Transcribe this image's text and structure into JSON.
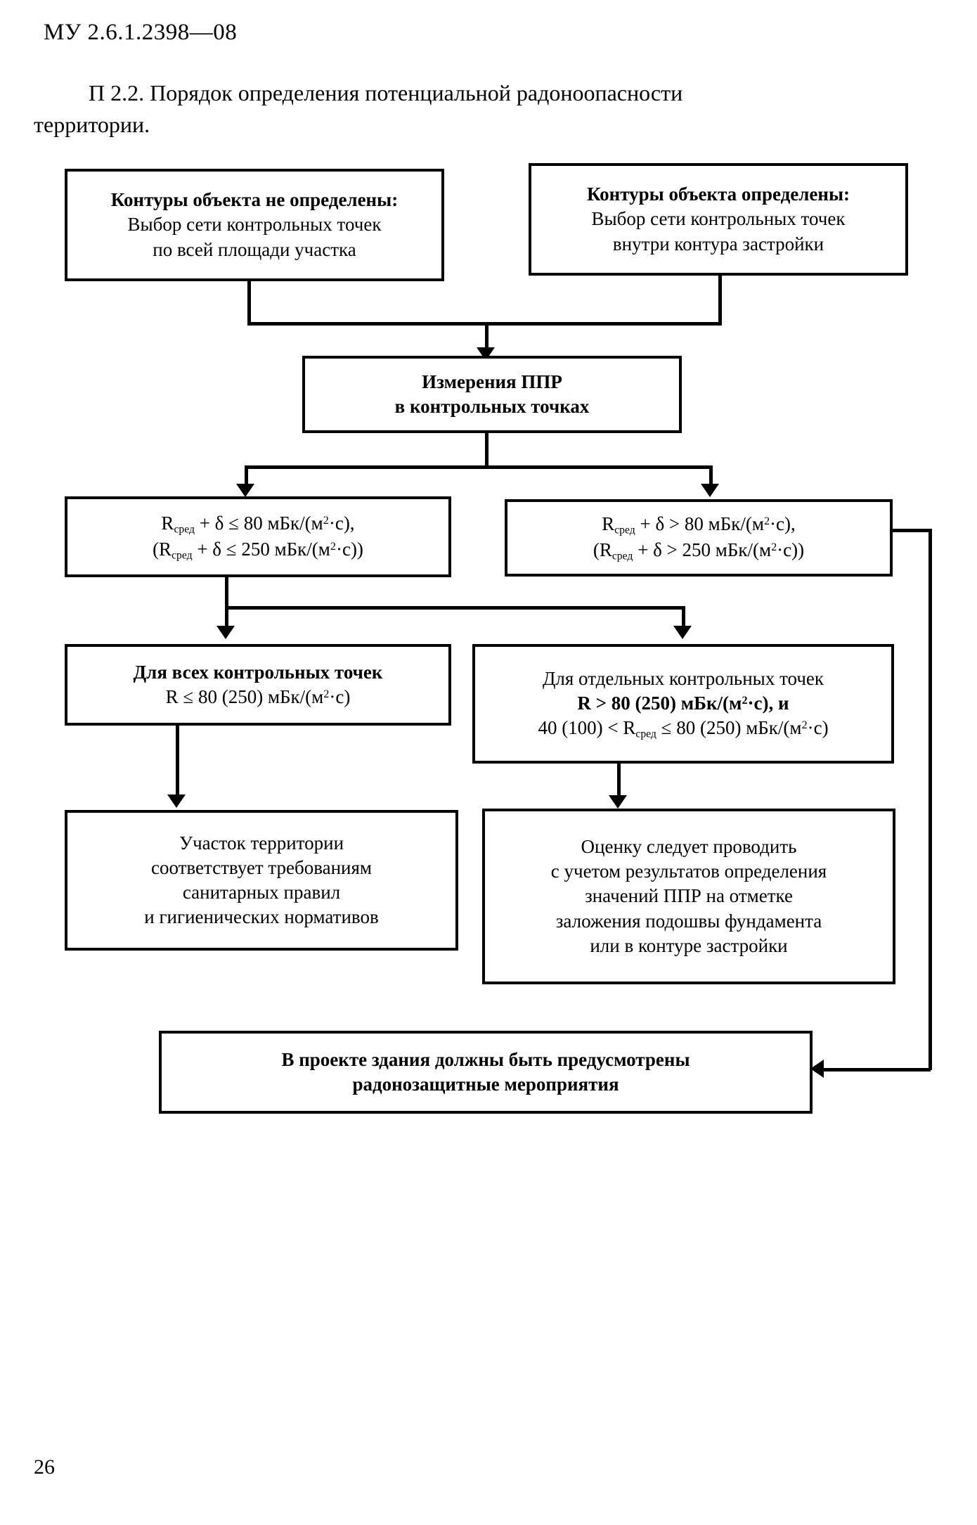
{
  "document": {
    "header": "МУ 2.6.1.2398—08",
    "section_title_line1": "П 2.2. Порядок определения потенциальной радоноопасности",
    "section_title_line2": "территории.",
    "page_number": "26"
  },
  "flowchart": {
    "type": "flowchart",
    "nodes": [
      {
        "id": "n1",
        "name": "contours-undefined-box",
        "lines": [
          {
            "text": "Контуры объекта не определены:",
            "bold": true
          },
          {
            "text": "Выбор сети контрольных точек",
            "bold": false
          },
          {
            "text": "по всей площади участка",
            "bold": false
          }
        ]
      },
      {
        "id": "n2",
        "name": "contours-defined-box",
        "lines": [
          {
            "text": "Контуры объекта определены:",
            "bold": true
          },
          {
            "text": "Выбор сети контрольных точек",
            "bold": false
          },
          {
            "text": "внутри контура застройки",
            "bold": false
          }
        ]
      },
      {
        "id": "n3",
        "name": "measurements-box",
        "lines": [
          {
            "text": "Измерения ППР",
            "bold": true
          },
          {
            "text": "в контрольных точках",
            "bold": true
          }
        ]
      },
      {
        "id": "n4",
        "name": "criterion-le-box",
        "lines": [
          {
            "html": "R<sub>сред</sub> + δ ≤ 80 мБк/(м<sup>2</sup>·с),",
            "bold": false
          },
          {
            "html": "(R<sub>сред</sub> + δ ≤ 250 мБк/(м<sup>2</sup>·с))",
            "bold": false
          }
        ]
      },
      {
        "id": "n5",
        "name": "criterion-gt-box",
        "lines": [
          {
            "html": "R<sub>сред</sub> + δ > 80 мБк/(м<sup>2</sup>·с),",
            "bold": false
          },
          {
            "html": "(R<sub>сред</sub> + δ > 250 мБк/(м<sup>2</sup>·с))",
            "bold": false
          }
        ]
      },
      {
        "id": "n6",
        "name": "all-points-box",
        "lines": [
          {
            "text": "Для  всех контрольных точек",
            "bold": true
          },
          {
            "html": "R ≤ 80 (250) мБк/(м<sup>2</sup>·с)",
            "bold": false
          }
        ]
      },
      {
        "id": "n7",
        "name": "separate-points-box",
        "lines": [
          {
            "text": "Для отдельных контрольных точек",
            "bold": false
          },
          {
            "html": "R > 80 (250) мБк/(м<sup>2</sup>·с), и",
            "bold": true
          },
          {
            "html": "40 (100) < R<sub>сред</sub> ≤ 80 (250) мБк/(м<sup>2</sup>·с)",
            "bold": false
          }
        ]
      },
      {
        "id": "n8",
        "name": "site-compliant-box",
        "lines": [
          {
            "text": "Участок территории",
            "bold": false
          },
          {
            "text": "соответствует требованиям",
            "bold": false
          },
          {
            "text": "санитарных правил",
            "bold": false
          },
          {
            "text": "и гигиенических нормативов",
            "bold": false
          }
        ]
      },
      {
        "id": "n9",
        "name": "assessment-note-box",
        "lines": [
          {
            "text": "Оценку следует проводить",
            "bold": false
          },
          {
            "text": "с учетом результатов определения",
            "bold": false
          },
          {
            "text": "значений ППР на отметке",
            "bold": false
          },
          {
            "text": "заложения подошвы фундамента",
            "bold": false
          },
          {
            "text": "или в контуре застройки",
            "bold": false
          }
        ]
      },
      {
        "id": "n10",
        "name": "radon-protection-box",
        "lines": [
          {
            "text": "В проекте здания должны быть предусмотрены",
            "bold": true
          },
          {
            "text": "радонозащитные мероприятия",
            "bold": true
          }
        ]
      }
    ],
    "edges": [
      {
        "from": "n1",
        "to": "n3"
      },
      {
        "from": "n2",
        "to": "n3"
      },
      {
        "from": "n3",
        "to": "n4"
      },
      {
        "from": "n3",
        "to": "n5"
      },
      {
        "from": "n4",
        "to": "n6"
      },
      {
        "from": "n4",
        "to": "n7"
      },
      {
        "from": "n5",
        "to": "n10"
      },
      {
        "from": "n6",
        "to": "n8"
      },
      {
        "from": "n7",
        "to": "n9"
      }
    ]
  }
}
